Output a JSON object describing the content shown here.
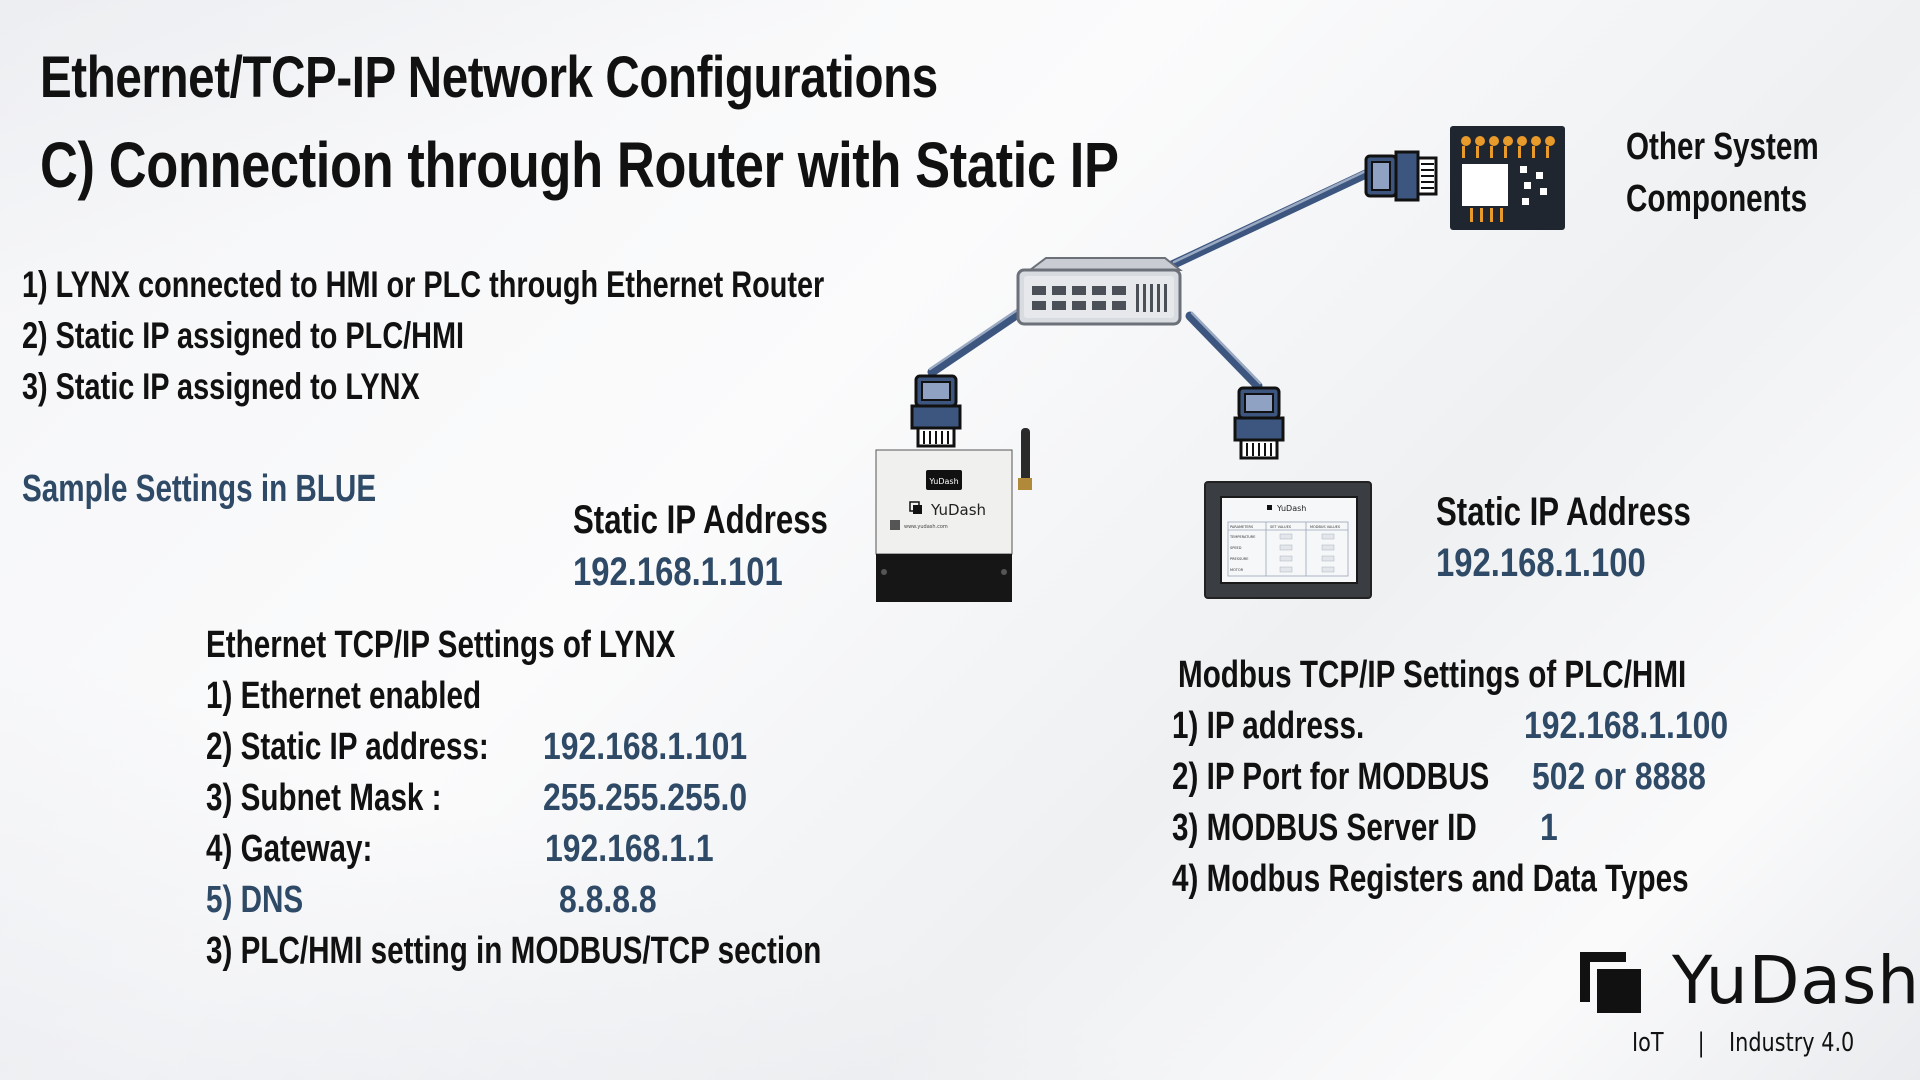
{
  "title": {
    "line1": "Ethernet/TCP-IP Network Configurations",
    "line2": "C) Connection through Router with Static IP"
  },
  "intro": [
    "1) LYNX connected to HMI or PLC  through Ethernet Router",
    "2) Static IP assigned to PLC/HMI",
    "3) Static IP assigned to LYNX"
  ],
  "sample_note": "Sample Settings in BLUE",
  "lynx": {
    "label": "Static IP Address",
    "ip": "192.168.1.101",
    "device_brand": "YuDash",
    "device_logo": "YuDash",
    "device_url": "www.yudash.com",
    "settings": {
      "heading": "Ethernet TCP/IP Settings of LYNX",
      "rows": [
        {
          "label": "1) Ethernet enabled",
          "value": ""
        },
        {
          "label": "2) Static IP address:",
          "value": "192.168.1.101"
        },
        {
          "label": "3) Subnet Mask :",
          "value": "255.255.255.0"
        },
        {
          "label": "4) Gateway:",
          "value": "192.168.1.1"
        },
        {
          "label": "5) DNS",
          "value": "8.8.8.8"
        },
        {
          "label": "3) PLC/HMI setting in MODBUS/TCP section",
          "value": ""
        }
      ]
    }
  },
  "hmi": {
    "label": "Static IP Address",
    "ip": "192.168.1.100",
    "screen": {
      "brand": "YuDash",
      "headers": [
        "PARAMETERS",
        "SET VALUES",
        "MODBUS VALUES"
      ],
      "rows": [
        "TEMPERATURE",
        "SPEED",
        "PRESSURE",
        "MOTOR"
      ]
    },
    "settings": {
      "heading": "Modbus TCP/IP Settings of PLC/HMI",
      "rows": [
        {
          "label": "1) IP address.",
          "value": "192.168.1.100"
        },
        {
          "label": "2) IP Port for MODBUS",
          "value": "502 or 8888"
        },
        {
          "label": "3) MODBUS Server ID",
          "value": "1"
        },
        {
          "label": "4) Modbus Registers and Data Types",
          "value": ""
        }
      ]
    }
  },
  "other": {
    "line1": "Other System",
    "line2": "Components"
  },
  "brand": {
    "name": "YuDash",
    "tag_left": "IoT",
    "tag_sep": "|",
    "tag_right": "Industry 4.0"
  },
  "colors": {
    "blue_text": "#2f4a66",
    "cable": "#3d5680",
    "dark": "#111111"
  },
  "icons": [
    "router-icon",
    "ethernet-plug-icon",
    "lynx-device-icon",
    "hmi-panel-icon",
    "circuit-board-icon",
    "yudash-logo-icon"
  ]
}
